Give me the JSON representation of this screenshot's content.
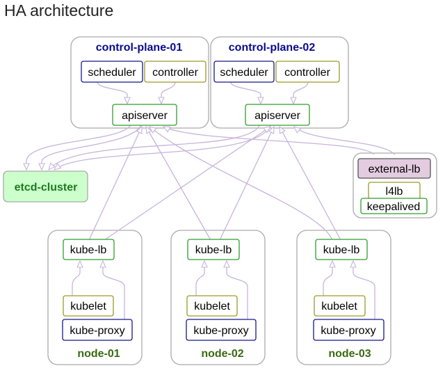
{
  "page_title": "HA architecture",
  "colors": {
    "green": "#2e9e2e",
    "olive": "#9c9a26",
    "navy": "#16168a",
    "edge": "#c7b3dc",
    "group_border": "#aaaaaa",
    "cp_label": "#0b0b8c",
    "node_label": "#3a6b12",
    "etcd_fill": "#ccffcc",
    "etcd_text": "#1e7a1e",
    "lb_fill": "#e3cbe0"
  },
  "groups": {
    "cp1": "control-plane-01",
    "cp2": "control-plane-02",
    "n1": "node-01",
    "n2": "node-02",
    "n3": "node-03"
  },
  "nodes": {
    "cp1_scheduler": "scheduler",
    "cp1_controller": "controller",
    "cp1_apiserver": "apiserver",
    "cp2_scheduler": "scheduler",
    "cp2_controller": "controller",
    "cp2_apiserver": "apiserver",
    "etcd": "etcd-cluster",
    "external_lb": "external-lb",
    "l4lb": "l4lb",
    "keepalived": "keepalived",
    "n1_kubelb": "kube-lb",
    "n1_kubelet": "kubelet",
    "n1_kubeproxy": "kube-proxy",
    "n2_kubelb": "kube-lb",
    "n2_kubelet": "kubelet",
    "n2_kubeproxy": "kube-proxy",
    "n3_kubelb": "kube-lb",
    "n3_kubelet": "kubelet",
    "n3_kubeproxy": "kube-proxy"
  }
}
